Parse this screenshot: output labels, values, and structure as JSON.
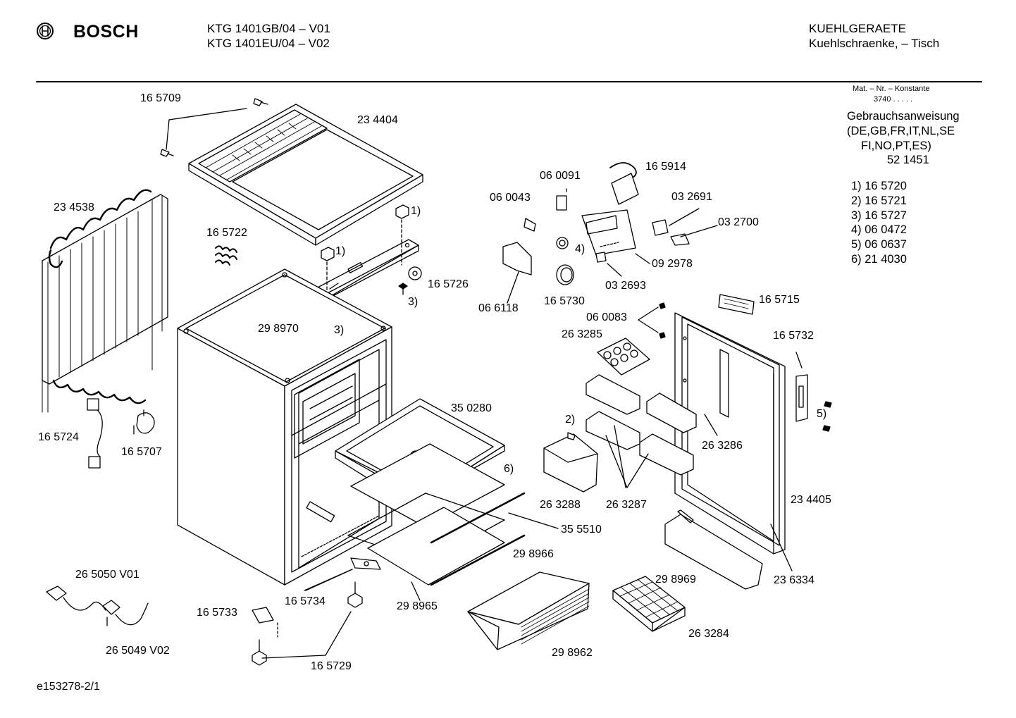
{
  "header": {
    "brand": "BOSCH",
    "models": [
      "KTG 1401GB/04 – V01",
      "KTG 1401EU/04 – V02"
    ],
    "category": "KUEHLGERAETE",
    "subcategory": "Kuehlschraenke, – Tisch"
  },
  "notes": {
    "mat_nr_label": "Mat. – Nr. – Konstante",
    "mat_nr_value": "3740  .  .  .  .  .",
    "manual_lines": [
      "Gebrauchsanweisung",
      "(DE,GB,FR,IT,NL,SE",
      "FI,NO,PT,ES)",
      "52 1451"
    ],
    "footnotes": [
      "1)  16 5720",
      "2)  16 5721",
      "3)  16 5727",
      "4)  06 0472",
      "5)  06 0637",
      "6)  21 4030"
    ]
  },
  "parts": {
    "p165709": "16 5709",
    "p234404": "23 4404",
    "p234538": "23 4538",
    "p165722": "16 5722",
    "fn1a": "1)",
    "fn1b": "1)",
    "p165726": "16 5726",
    "fn3a": "3)",
    "fn3b": "3)",
    "p298970": "29 8970",
    "p165724": "16 5724",
    "p165707": "16 5707",
    "p060091": "06 0091",
    "p165914": "16 5914",
    "p060043": "06 0043",
    "p032691": "03 2691",
    "p032700": "03 2700",
    "fn4": "4)",
    "p092978": "09 2978",
    "p066118": "06 6118",
    "p165730": "16 5730",
    "p032693": "03 2693",
    "p165715": "16 5715",
    "p060083": "06 0083",
    "p263285": "26 3285",
    "p165732": "16 5732",
    "p350280": "35 0280",
    "fn2": "2)",
    "fn5": "5)",
    "fn6": "6)",
    "p263286": "26 3286",
    "p263288": "26 3288",
    "p263287": "26 3287",
    "p234405": "23 4405",
    "p355510": "35 5510",
    "p298966": "29 8966",
    "p265050": "26 5050 V01",
    "p298969": "29 8969",
    "p236334": "23 6334",
    "p165734": "16 5734",
    "p298965": "29 8965",
    "p165733": "16 5733",
    "p263284": "26 3284",
    "p265049": "26 5049 V02",
    "p298962": "29 8962",
    "p165729": "16 5729"
  },
  "footer": {
    "doc_id": "e153278-2/1"
  }
}
